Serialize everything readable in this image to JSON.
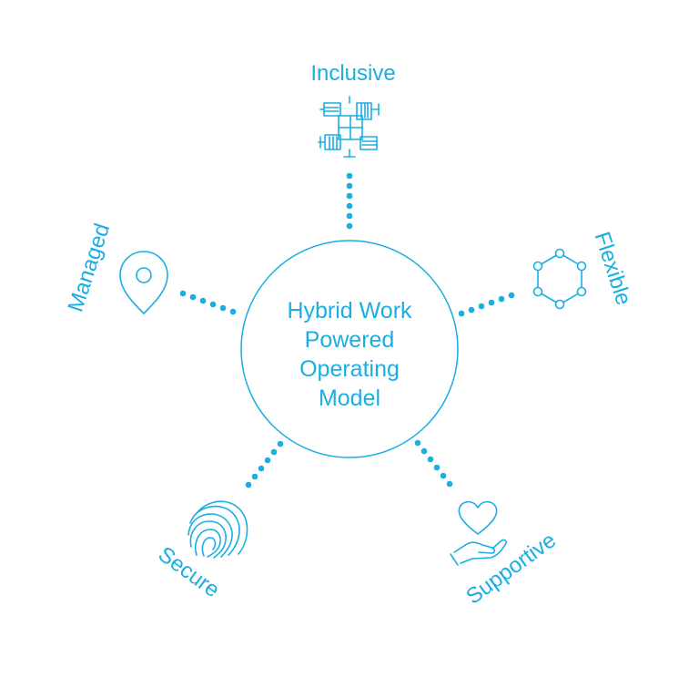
{
  "colors": {
    "accent": "#1BAEE3",
    "background": "#FFFFFF"
  },
  "center": {
    "title_lines": [
      "Hybrid Work",
      "Powered",
      "Operating",
      "Model"
    ]
  },
  "nodes": [
    {
      "id": "inclusive",
      "label": "Inclusive",
      "icon": "hands-together-icon"
    },
    {
      "id": "flexible",
      "label": "Flexible",
      "icon": "hexagon-network-icon"
    },
    {
      "id": "supportive",
      "label": "Supportive",
      "icon": "heart-in-hand-icon"
    },
    {
      "id": "secure",
      "label": "Secure",
      "icon": "fingerprint-icon"
    },
    {
      "id": "managed",
      "label": "Managed",
      "icon": "location-pin-icon"
    }
  ]
}
